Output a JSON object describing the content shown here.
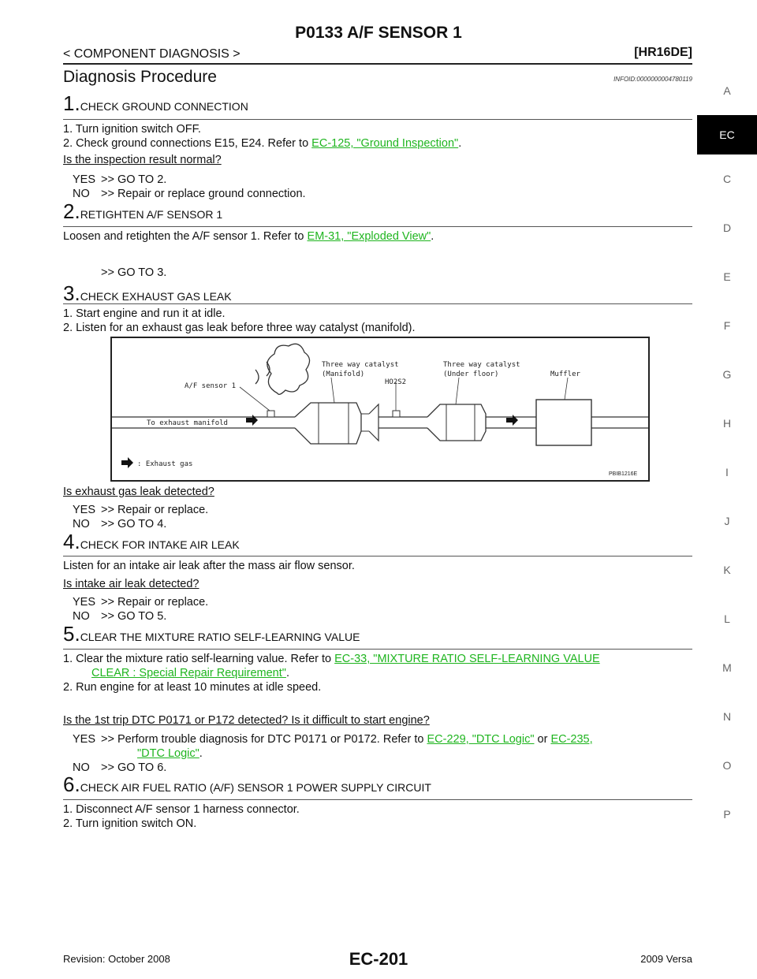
{
  "header": {
    "title": "P0133 A/F SENSOR 1",
    "subhead": "< COMPONENT DIAGNOSIS >",
    "engine": "[HR16DE]"
  },
  "section": {
    "title": "Diagnosis Procedure",
    "infoid": "INFOID:0000000004780119"
  },
  "steps": [
    {
      "num": "1.",
      "title": "CHECK GROUND CONNECTION"
    },
    {
      "num": "2.",
      "title": "RETIGHTEN A/F SENSOR 1"
    },
    {
      "num": "3.",
      "title": "CHECK EXHAUST GAS LEAK"
    },
    {
      "num": "4.",
      "title": "CHECK FOR INTAKE AIR LEAK"
    },
    {
      "num": "5.",
      "title": "CLEAR THE MIXTURE RATIO SELF-LEARNING VALUE"
    },
    {
      "num": "6.",
      "title": "CHECK AIR FUEL RATIO (A/F) SENSOR 1 POWER SUPPLY CIRCUIT"
    }
  ],
  "s1": {
    "l1": "1.   Turn ignition switch OFF.",
    "l2_pre": "2.   Check ground connections E15, E24. Refer to ",
    "l2_link": "EC-125, \"Ground Inspection\"",
    "l2_post": ".",
    "question": "Is the inspection result normal?",
    "yes": ">> GO TO 2.",
    "no": ">> Repair or replace ground connection."
  },
  "s2": {
    "l1_pre": "Loosen and retighten the A/F sensor 1. Refer to ",
    "l1_link": "EM-31, \"Exploded View\"",
    "l1_post": ".",
    "go": ">> GO TO 3."
  },
  "s3": {
    "l1": "1.   Start engine and run it at idle.",
    "l2": "2.   Listen for an exhaust gas leak before three way catalyst (manifold).",
    "question": "Is exhaust gas leak detected?",
    "yes": ">> Repair or replace.",
    "no": ">> GO TO 4."
  },
  "diagram": {
    "af_sensor": "A/F sensor 1",
    "twc_manifold_1": "Three way catalyst",
    "twc_manifold_2": "(Manifold)",
    "ho2s2": "HO2S2",
    "twc_under_1": "Three way catalyst",
    "twc_under_2": "(Under floor)",
    "muffler": "Muffler",
    "to_manifold": "To exhaust manifold",
    "legend": ": Exhaust gas",
    "code": "PBIB1216E"
  },
  "s4": {
    "l1": "Listen for an intake air leak after the mass air flow sensor.",
    "question": "Is intake air leak detected?",
    "yes": ">> Repair or replace.",
    "no": ">> GO TO 5."
  },
  "s5": {
    "l1_pre": "1.   Clear the mixture ratio self-learning value. Refer to ",
    "l1_link_a": "EC-33, \"MIXTURE RATIO SELF-LEARNING VALUE",
    "l1_link_b": "CLEAR : Special Repair Requirement\"",
    "l1_post": ".",
    "l2": "2.   Run engine for at least 10 minutes at idle speed.",
    "question": "Is the 1st trip DTC P0171 or P172 detected? Is it difficult to start engine?",
    "yes_pre": ">> Perform trouble diagnosis for DTC P0171 or P0172. Refer to ",
    "yes_link1": "EC-229, \"DTC Logic\"",
    "yes_mid": " or ",
    "yes_link2a": "EC-235,",
    "yes_link2b": "\"DTC Logic\"",
    "yes_post": ".",
    "no": ">> GO TO 6."
  },
  "s6": {
    "l1": "1.   Disconnect A/F sensor 1 harness connector.",
    "l2": "2.   Turn ignition switch ON."
  },
  "labels": {
    "yes": "YES",
    "no": "NO"
  },
  "tabs": [
    "A",
    "EC",
    "C",
    "D",
    "E",
    "F",
    "G",
    "H",
    "I",
    "J",
    "K",
    "L",
    "M",
    "N",
    "O",
    "P"
  ],
  "footer": {
    "revision": "Revision: October 2008",
    "page": "EC-201",
    "model": "2009 Versa"
  }
}
